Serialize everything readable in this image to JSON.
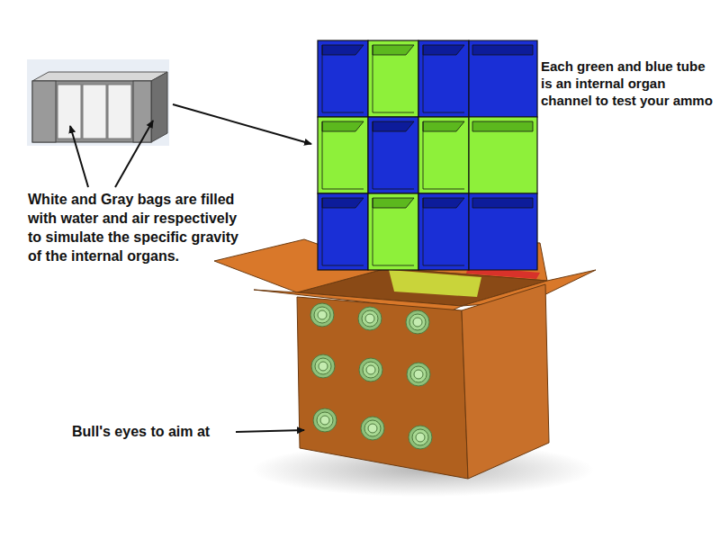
{
  "diagram": {
    "labels": [
      "Each green and blue tube is an internal organ channel to test your ammo",
      "White and Gray bags are filled with water and air respectively to simulate the specific gravity of the internal organs.",
      "Bull's eyes to aim at"
    ]
  }
}
